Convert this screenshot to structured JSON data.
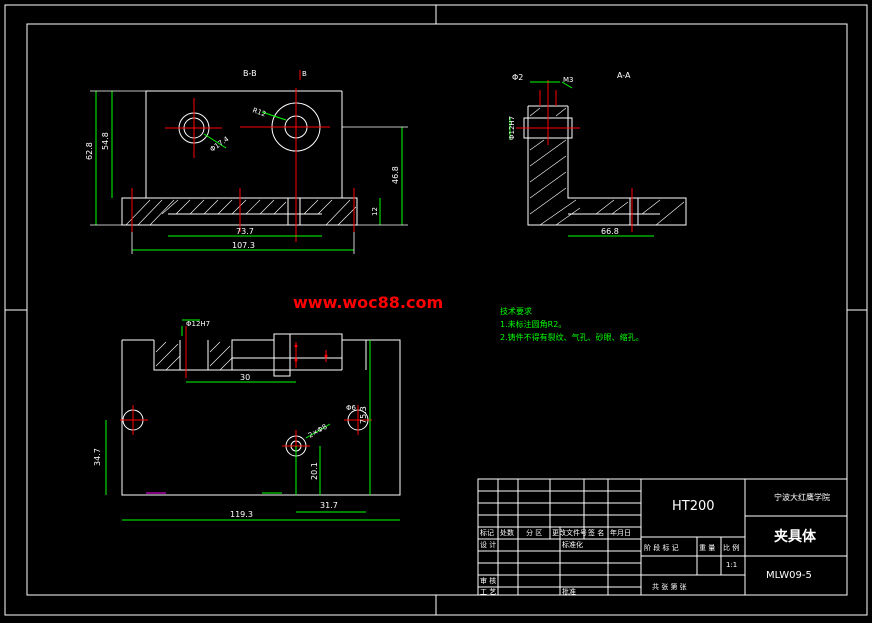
{
  "watermark": "www.woc88.com",
  "colors": {
    "background": "#000000",
    "outline": "#ffffff",
    "dimension": "#00ff00",
    "centerline": "#ff0000",
    "hatch": "#ffffff",
    "watermark": "#ff0000",
    "text": "#ffffff",
    "title_yellow": "#ffff66"
  },
  "views": {
    "front": {
      "section_label": "B-B",
      "cut_mark": "B",
      "dims": {
        "height_total": "62.8",
        "height_inner": "54.8",
        "hole_dia": "Φ17.4",
        "radius": "R12",
        "right_height": "46.8",
        "base_thk": "12",
        "inner_width": "73.7",
        "total_width": "107.3"
      }
    },
    "side": {
      "section_label": "A-A",
      "dims": {
        "dia_top": "Φ2",
        "chamfer": "M3",
        "bore": "Φ12H7",
        "base_len": "66.8"
      }
    },
    "top": {
      "dims": {
        "bore": "Φ12H7",
        "slot": "30",
        "hole_note": "2×Φ8",
        "left_h": "34.7",
        "right_h": "75.3",
        "hole_y": "20.1",
        "hole_x": "31.7",
        "total_len": "119.3",
        "small_note": "Φ6"
      }
    }
  },
  "notes": {
    "title": "技术要求",
    "line1": "1.未标注圆角R2。",
    "line2": "2.铸件不得有裂纹、气孔、砂眼、缩孔。"
  },
  "title_block": {
    "material": "HT200",
    "school": "宁波大红鹰学院",
    "part_name": "夹具体",
    "drawing_no": "MLW09-5",
    "scale": "1:1",
    "row_labels": {
      "mark": "标记",
      "count": "处数",
      "zone": "分 区",
      "change_doc": "更改文件号",
      "sign": "签 名",
      "date": "年月日",
      "design": "设 计",
      "standard": "标准化",
      "review": "审 核",
      "process": "工 艺",
      "approve": "批准"
    },
    "stage_labels": {
      "stage": "阶 段 标 记",
      "weight": "重 量",
      "scale_label": "比 例"
    },
    "sheet_text": "共 张 第 张"
  }
}
